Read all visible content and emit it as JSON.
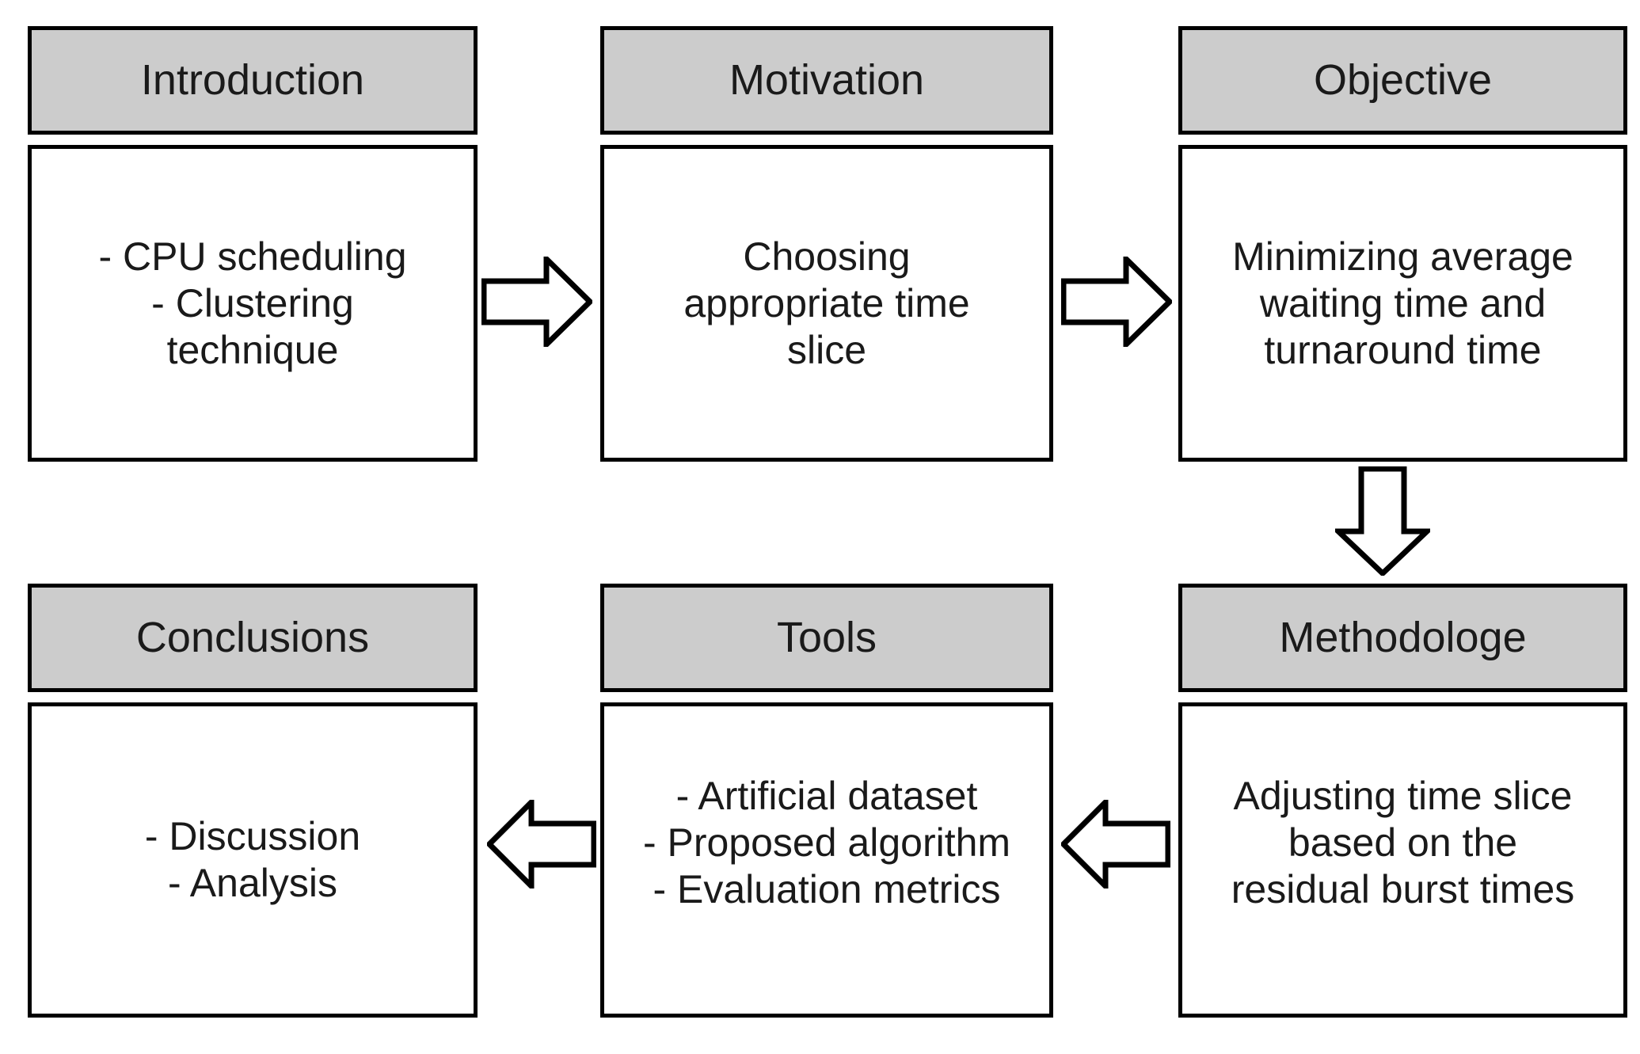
{
  "diagram": {
    "type": "flow-diagram",
    "background_color": "#ffffff",
    "header_fill_color": "#cccccc",
    "body_fill_color": "#ffffff",
    "stroke_color": "#000000",
    "nodes": [
      {
        "id": "introduction",
        "title": "Introduction",
        "lines": [
          "- CPU scheduling",
          "- Clustering",
          "technique"
        ]
      },
      {
        "id": "motivation",
        "title": "Motivation",
        "lines": [
          "Choosing",
          "appropriate time",
          "slice"
        ]
      },
      {
        "id": "objective",
        "title": "Objective",
        "lines": [
          "Minimizing average",
          "waiting time and",
          "turnaround time"
        ]
      },
      {
        "id": "methodologe",
        "title": "Methodologe",
        "lines": [
          "Adjusting time slice",
          "based on the",
          "residual burst times"
        ]
      },
      {
        "id": "tools",
        "title": "Tools",
        "lines": [
          "- Artificial dataset",
          "- Proposed algorithm",
          "- Evaluation metrics"
        ]
      },
      {
        "id": "conclusions",
        "title": "Conclusions",
        "lines": [
          "- Discussion",
          "- Analysis"
        ]
      }
    ],
    "connectors": [
      {
        "id": "introduction-to-motivation",
        "direction": "right",
        "from": "introduction",
        "to": "motivation"
      },
      {
        "id": "motivation-to-objective",
        "direction": "right",
        "from": "motivation",
        "to": "objective"
      },
      {
        "id": "objective-to-methodologe",
        "direction": "down",
        "from": "objective",
        "to": "methodologe"
      },
      {
        "id": "methodologe-to-tools",
        "direction": "left",
        "from": "methodologe",
        "to": "tools"
      },
      {
        "id": "tools-to-conclusions",
        "direction": "left",
        "from": "tools",
        "to": "conclusions"
      }
    ]
  }
}
